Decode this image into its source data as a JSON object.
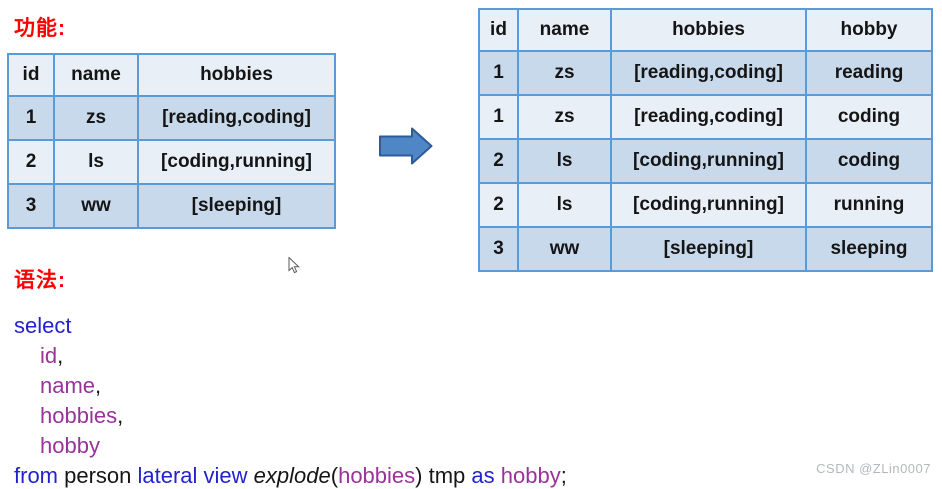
{
  "colors": {
    "label_red": "#ff0000",
    "table_border": "#5b9bd5",
    "row_light": "#e9eff7",
    "row_dark": "#c9d9ec",
    "keyword_blue": "#2323cd",
    "ident_purple": "#993399",
    "arrow_fill": "#4f86c6",
    "arrow_stroke": "#2e5c9a",
    "watermark_gray": "#b4b8be"
  },
  "section_function": {
    "label": "功能:"
  },
  "section_syntax": {
    "label": "语法:"
  },
  "tables": {
    "source": {
      "headers": [
        "id",
        "name",
        "hobbies"
      ],
      "rows": [
        [
          "1",
          "zs",
          "[reading,coding]"
        ],
        [
          "2",
          "ls",
          "[coding,running]"
        ],
        [
          "3",
          "ww",
          "[sleeping]"
        ]
      ]
    },
    "result": {
      "headers": [
        "id",
        "name",
        "hobbies",
        "hobby"
      ],
      "rows": [
        [
          "1",
          "zs",
          "[reading,coding]",
          "reading"
        ],
        [
          "1",
          "zs",
          "[reading,coding]",
          "coding"
        ],
        [
          "2",
          "ls",
          "[coding,running]",
          "coding"
        ],
        [
          "2",
          "ls",
          "[coding,running]",
          "running"
        ],
        [
          "3",
          "ww",
          "[sleeping]",
          "sleeping"
        ]
      ]
    }
  },
  "icons": {
    "transform_arrow": "block-arrow-right",
    "mouse_cursor": "arrow-pointer"
  },
  "code": {
    "lines": [
      {
        "indent": 0,
        "tokens": [
          {
            "t": "select",
            "c": "kw"
          }
        ]
      },
      {
        "indent": 1,
        "tokens": [
          {
            "t": "id",
            "c": "id"
          },
          {
            "t": ",",
            "c": "pl"
          }
        ]
      },
      {
        "indent": 1,
        "tokens": [
          {
            "t": "name",
            "c": "id"
          },
          {
            "t": ",",
            "c": "pl"
          }
        ]
      },
      {
        "indent": 1,
        "tokens": [
          {
            "t": "hobbies",
            "c": "id"
          },
          {
            "t": ",",
            "c": "pl"
          }
        ]
      },
      {
        "indent": 1,
        "tokens": [
          {
            "t": "hobby",
            "c": "id"
          }
        ]
      },
      {
        "indent": 0,
        "tokens": [
          {
            "t": "from",
            "c": "kw"
          },
          {
            "t": " person ",
            "c": "pl"
          },
          {
            "t": "lateral view",
            "c": "kw"
          },
          {
            "t": " ",
            "c": "pl"
          },
          {
            "t": "explode",
            "c": "fn"
          },
          {
            "t": "(",
            "c": "pl"
          },
          {
            "t": "hobbies",
            "c": "id"
          },
          {
            "t": ")",
            "c": "pl"
          },
          {
            "t": " tmp ",
            "c": "pl"
          },
          {
            "t": "as",
            "c": "kw"
          },
          {
            "t": " ",
            "c": "pl"
          },
          {
            "t": "hobby",
            "c": "id"
          },
          {
            "t": ";",
            "c": "pl"
          }
        ]
      }
    ]
  },
  "watermark": {
    "text": "CSDN @ZLin0007"
  }
}
